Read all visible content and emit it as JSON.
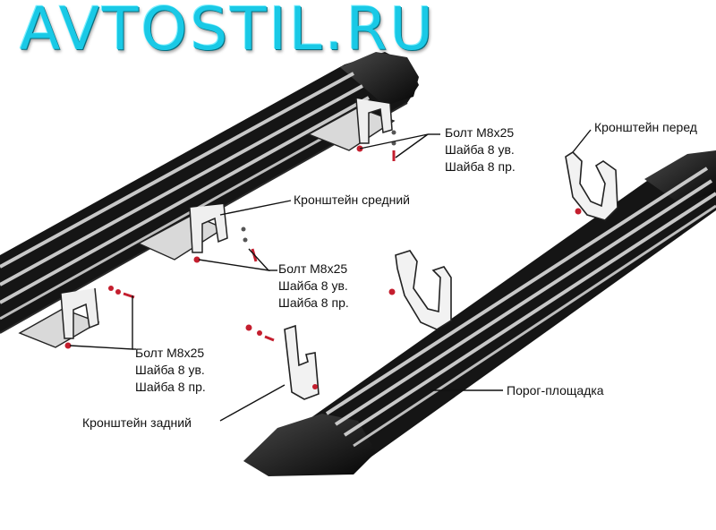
{
  "watermark": "AVTOSTIL.RU",
  "labels": {
    "fasteners_top": {
      "bolt": "Болт M8x25",
      "washer_spring": "Шайба 8 ув.",
      "washer_flat": "Шайба 8 пр."
    },
    "bracket_middle": "Кронштейн средний",
    "fasteners_middle": {
      "bolt": "Болт M8x25",
      "washer_spring": "Шайба 8 ув.",
      "washer_flat": "Шайба 8 пр."
    },
    "fasteners_bottom": {
      "bolt": "Болт M8x25",
      "washer_spring": "Шайба 8 ув.",
      "washer_flat": "Шайба 8 пр."
    },
    "bracket_rear": "Кронштейн задний",
    "bracket_front": "Кронштейн перед",
    "step_board": "Порог-площадка"
  },
  "colors": {
    "watermark": "#19c9e6",
    "part_body": "#141414",
    "part_rib": "#bcbcbc",
    "bolt": "#c41e2e"
  }
}
